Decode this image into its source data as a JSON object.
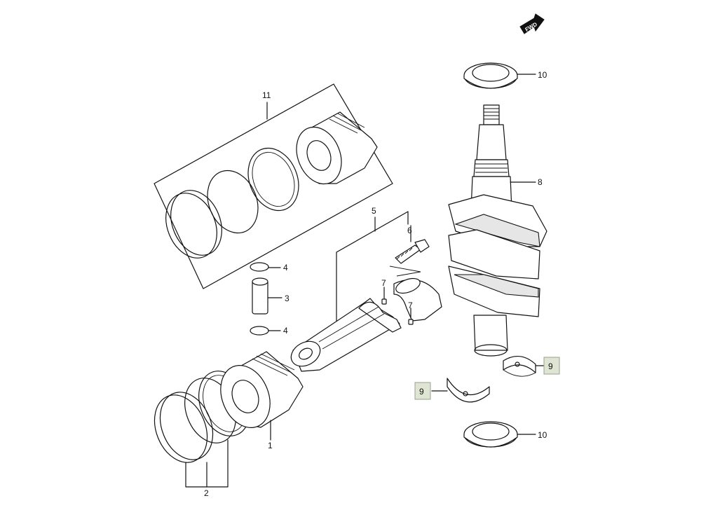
{
  "fwd_label": "FWD",
  "callouts": {
    "c1": "1",
    "c2": "2",
    "c3": "3",
    "c4a": "4",
    "c4b": "4",
    "c5": "5",
    "c6": "6",
    "c7a": "7",
    "c7b": "7",
    "c8": "8",
    "c9a": "9",
    "c9b": "9",
    "c10a": "10",
    "c10b": "10",
    "c11": "11"
  },
  "colors": {
    "line": "#111111",
    "highlight": "#dfe5d3"
  }
}
